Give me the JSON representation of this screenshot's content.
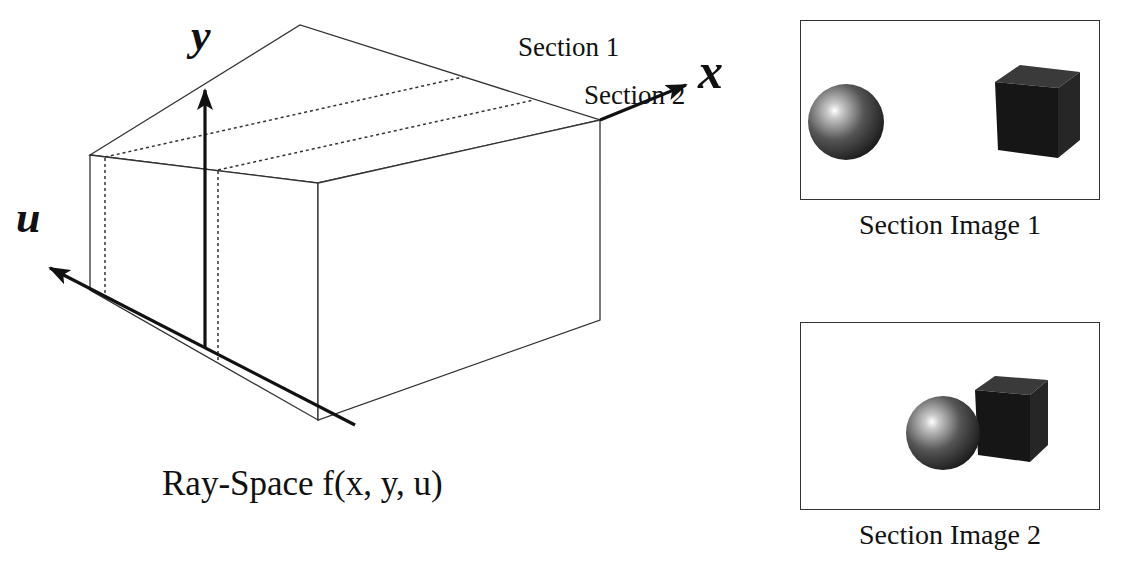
{
  "diagram": {
    "nodes": [
      {
        "text": [
          "Section Image 1"
        ]
      },
      {
        "text": [
          "Section Image 2"
        ]
      }
    ],
    "labels": [
      "y",
      "Section 1",
      "Section 2",
      "x",
      "u",
      "Ray-Space f(x, y, u)"
    ]
  }
}
